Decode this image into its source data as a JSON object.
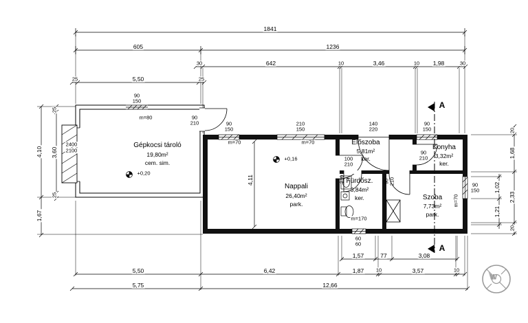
{
  "rooms": {
    "garage": {
      "name": "Gépkocsi tároló",
      "area": "19,80m²",
      "finish": "cem. sim."
    },
    "living": {
      "name": "Nappali",
      "area": "26,40m²",
      "finish": "park."
    },
    "hall": {
      "name": "Előszoba",
      "area": "5,81m²",
      "finish": "ker."
    },
    "kitchen": {
      "name": "Konyha",
      "area": "3,32m²",
      "finish": "ker."
    },
    "bath": {
      "name": "Fürdősz.",
      "area": "3,84m²",
      "finish": "ker."
    },
    "bedroom": {
      "name": "Szoba",
      "area": "7,73m²",
      "finish": "park."
    }
  },
  "levels": {
    "garage": "+0,20",
    "living": "+0,16"
  },
  "dims_top": {
    "total": "1841",
    "row2": [
      "605",
      "1236"
    ],
    "row3": [
      "30",
      "642",
      "10",
      "3,46",
      "10",
      "1,98",
      "30"
    ],
    "row4": [
      "25",
      "5,50",
      "25"
    ]
  },
  "dims_left": {
    "outer": [
      "4,10",
      "1,67"
    ],
    "inner": [
      "25",
      "3,60",
      "25"
    ],
    "garage_gate": [
      "2400",
      "2100"
    ]
  },
  "dims_right": {
    "outer": [
      "20",
      "1,68",
      "2,33",
      "20"
    ],
    "inner": [
      "1,02",
      "1,21"
    ]
  },
  "dims_bottom": {
    "row1": [
      "1,57",
      "77",
      "3,08"
    ],
    "row2": [
      "5,50",
      "6,42",
      "1,87",
      "10",
      "3,57",
      "10"
    ],
    "row3": [
      "5,75",
      "12,66"
    ]
  },
  "openings": {
    "garage_window": [
      "90",
      "150"
    ],
    "living_window1": [
      "90",
      "150"
    ],
    "living_window2": [
      "210",
      "150"
    ],
    "entry_door": [
      "140",
      "220"
    ],
    "kitchen_window": [
      "90",
      "150"
    ],
    "garage_side_door": [
      "90",
      "210"
    ],
    "kitchen_door": [
      "90",
      "210"
    ],
    "hall_door": [
      "100",
      "210"
    ],
    "bedroom_door": [
      "90",
      "210"
    ],
    "bedroom_window": [
      "90",
      "150"
    ],
    "bath_window": [
      "60",
      "60"
    ],
    "door_height": "210"
  },
  "annotations": {
    "sill_garage": "m=80",
    "sill_70": "m=70",
    "sill_bath": "m=170",
    "living_depth": "4,11"
  },
  "section": {
    "label": "A"
  },
  "logo": {
    "letter": "W"
  }
}
